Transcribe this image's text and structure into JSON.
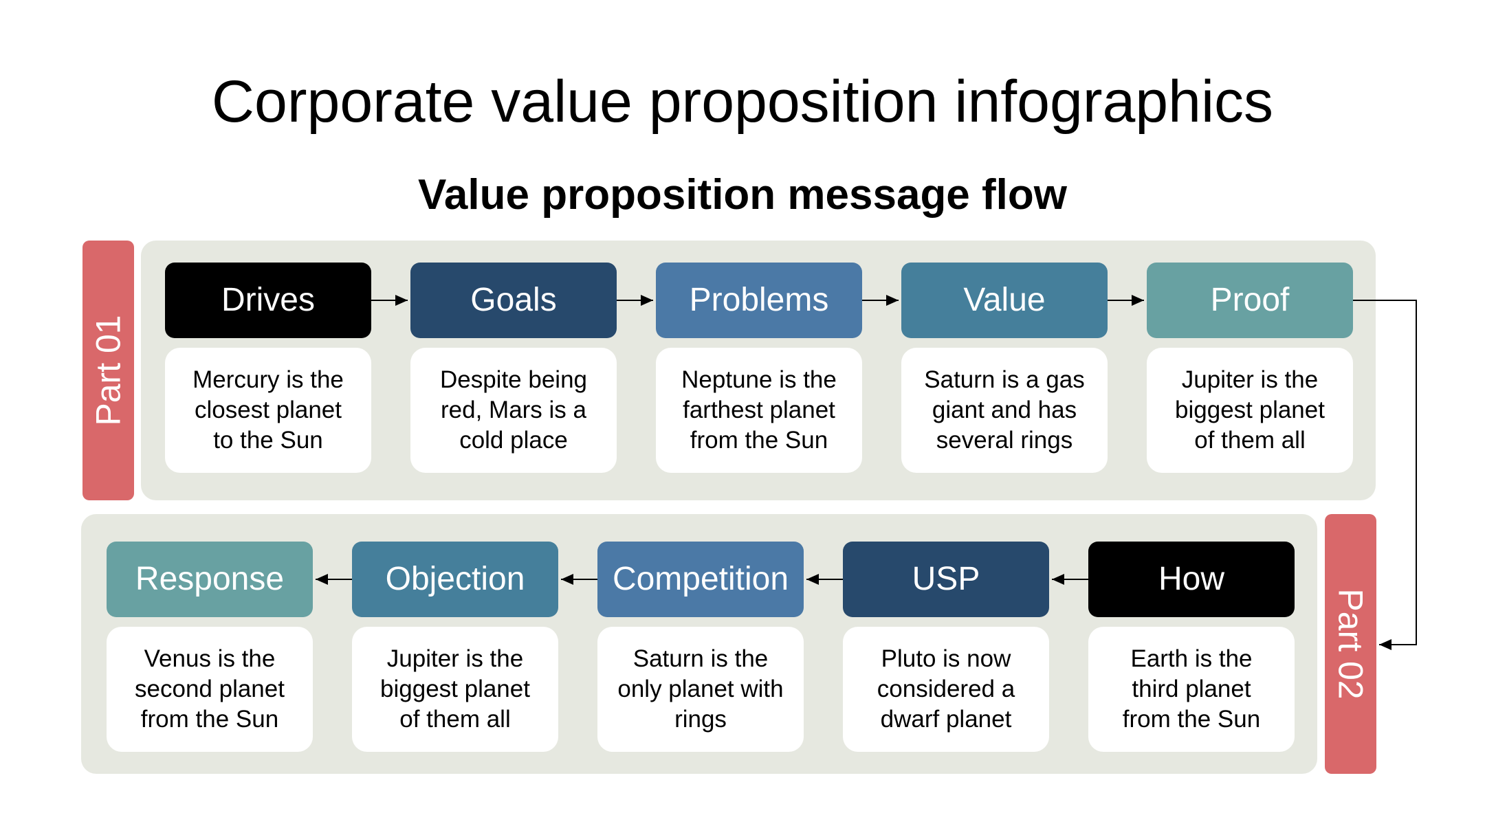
{
  "title": "Corporate value proposition infographics",
  "subtitle": "Value proposition message flow",
  "parts": [
    "Part 01",
    "Part 02"
  ],
  "row1": [
    {
      "label": "Drives",
      "text": "Mercury is the closest planet to the Sun"
    },
    {
      "label": "Goals",
      "text": "Despite being red, Mars is a cold place"
    },
    {
      "label": "Problems",
      "text": "Neptune is the farthest planet from the Sun"
    },
    {
      "label": "Value",
      "text": "Saturn is a gas giant and has several rings"
    },
    {
      "label": "Proof",
      "text": "Jupiter is the biggest planet of them all"
    }
  ],
  "row2": [
    {
      "label": "Response",
      "text": "Venus is the second planet from the Sun"
    },
    {
      "label": "Objection",
      "text": "Jupiter is the biggest planet of them all"
    },
    {
      "label": "Competition",
      "text": "Saturn is the only planet with rings"
    },
    {
      "label": "USP",
      "text": "Pluto is now considered a dwarf planet"
    },
    {
      "label": "How",
      "text": "Earth is the third planet from the Sun"
    }
  ],
  "colors": {
    "panel": "#e6e8e0",
    "part_tab": "#d9686a",
    "black": "#000000",
    "navy": "#27496c",
    "blue": "#4b79a6",
    "teal": "#457f9b",
    "sea": "#68a1a2"
  }
}
